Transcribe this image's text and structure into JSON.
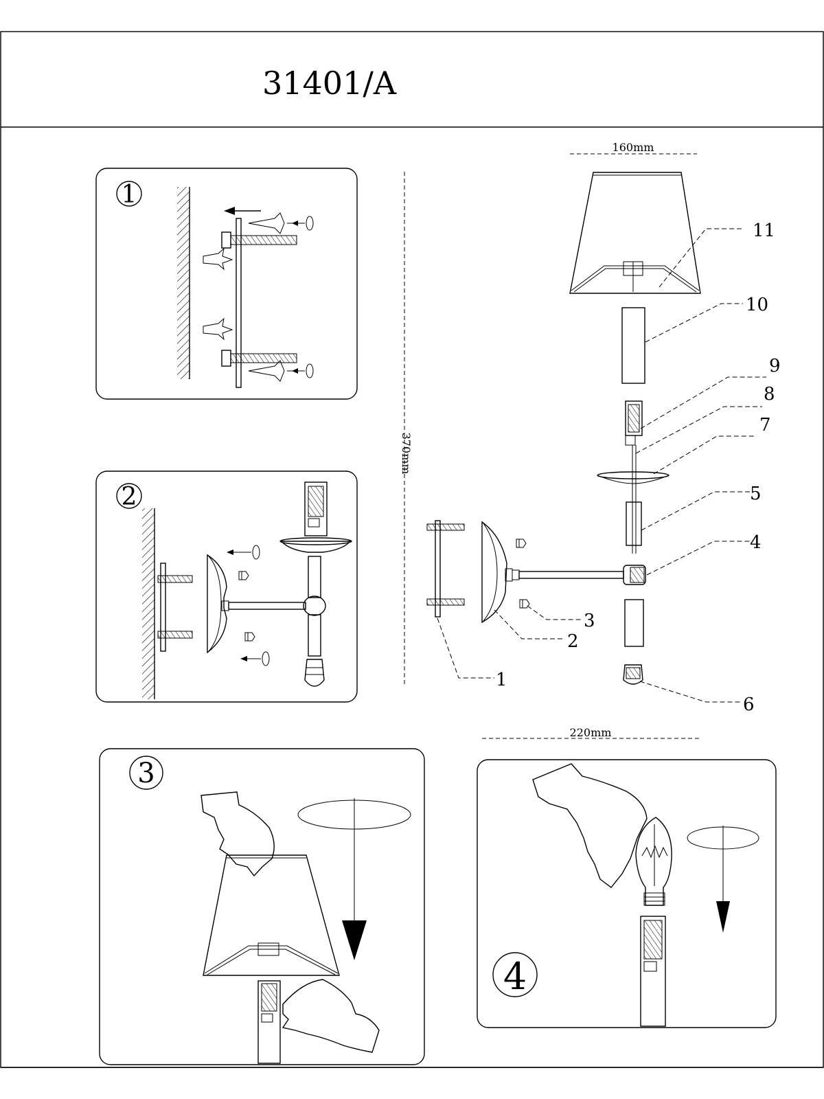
{
  "header": {
    "model": "31401/A"
  },
  "dimensions": {
    "shade_width": "160mm",
    "total_height": "370mm",
    "projection": "220mm"
  },
  "steps": [
    {
      "number": "1"
    },
    {
      "number": "2"
    },
    {
      "number": "3"
    },
    {
      "number": "4"
    }
  ],
  "parts": [
    {
      "number": "1"
    },
    {
      "number": "2"
    },
    {
      "number": "3"
    },
    {
      "number": "4"
    },
    {
      "number": "5"
    },
    {
      "number": "6"
    },
    {
      "number": "7"
    },
    {
      "number": "8"
    },
    {
      "number": "9"
    },
    {
      "number": "10"
    },
    {
      "number": "11"
    }
  ]
}
